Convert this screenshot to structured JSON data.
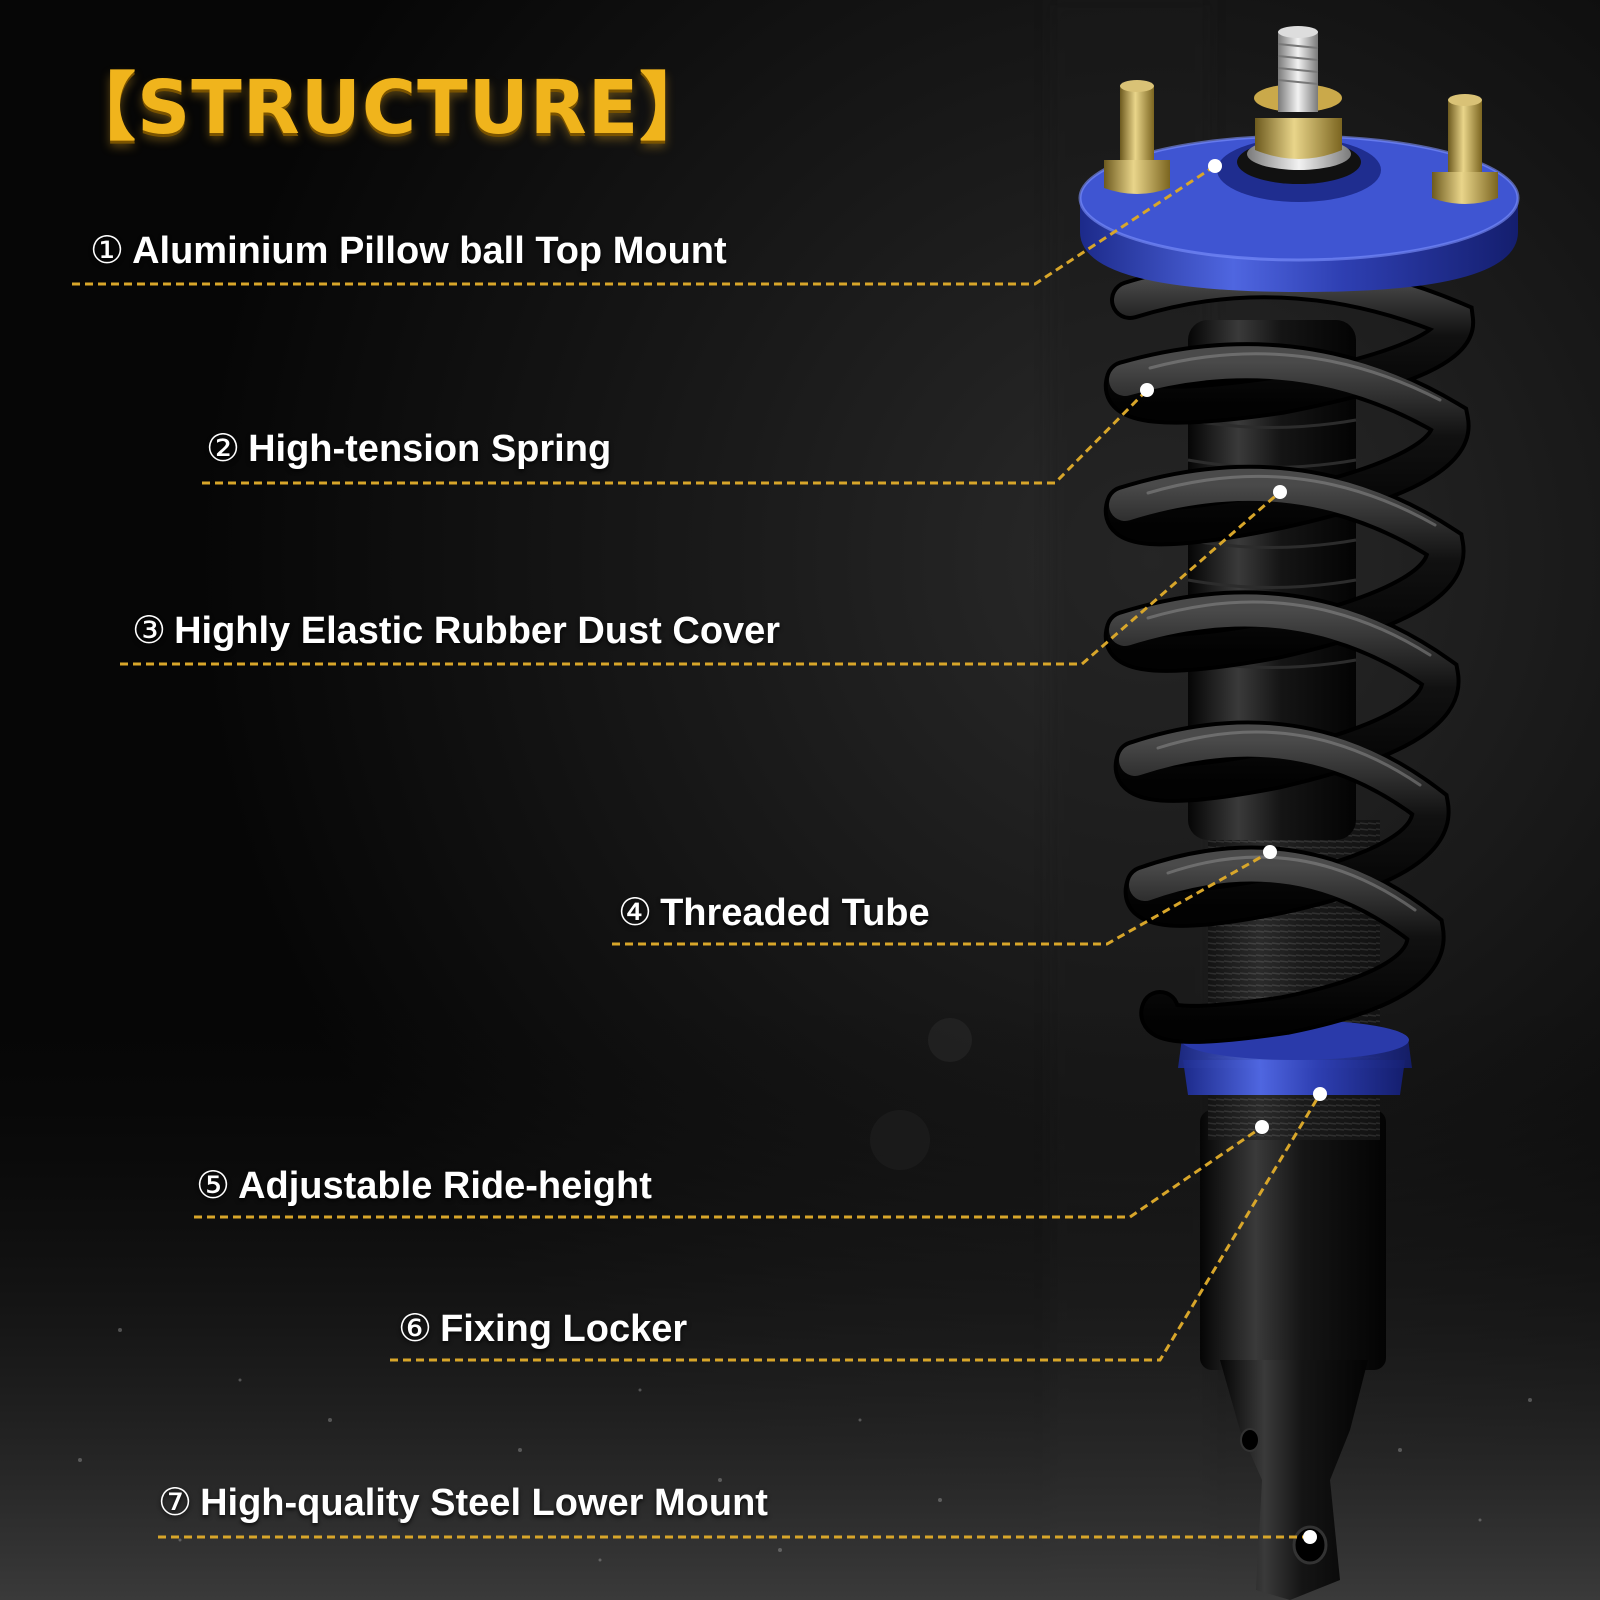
{
  "title": "【STRUCTURE】",
  "colors": {
    "title": "#f0b41c",
    "leader_line": "#d8a62a",
    "mount_blue": "#3a4fc0",
    "spring_black": "#0b0b0b"
  },
  "callouts": [
    {
      "num": "①",
      "text": "Aluminium Pillow ball Top Mount"
    },
    {
      "num": "②",
      "text": "High-tension Spring"
    },
    {
      "num": "③",
      "text": "Highly Elastic Rubber Dust Cover"
    },
    {
      "num": "④",
      "text": "Threaded Tube"
    },
    {
      "num": "⑤",
      "text": "Adjustable Ride-height"
    },
    {
      "num": "⑥",
      "text": "Fixing Locker"
    },
    {
      "num": "⑦",
      "text": "High-quality Steel Lower Mount"
    }
  ]
}
